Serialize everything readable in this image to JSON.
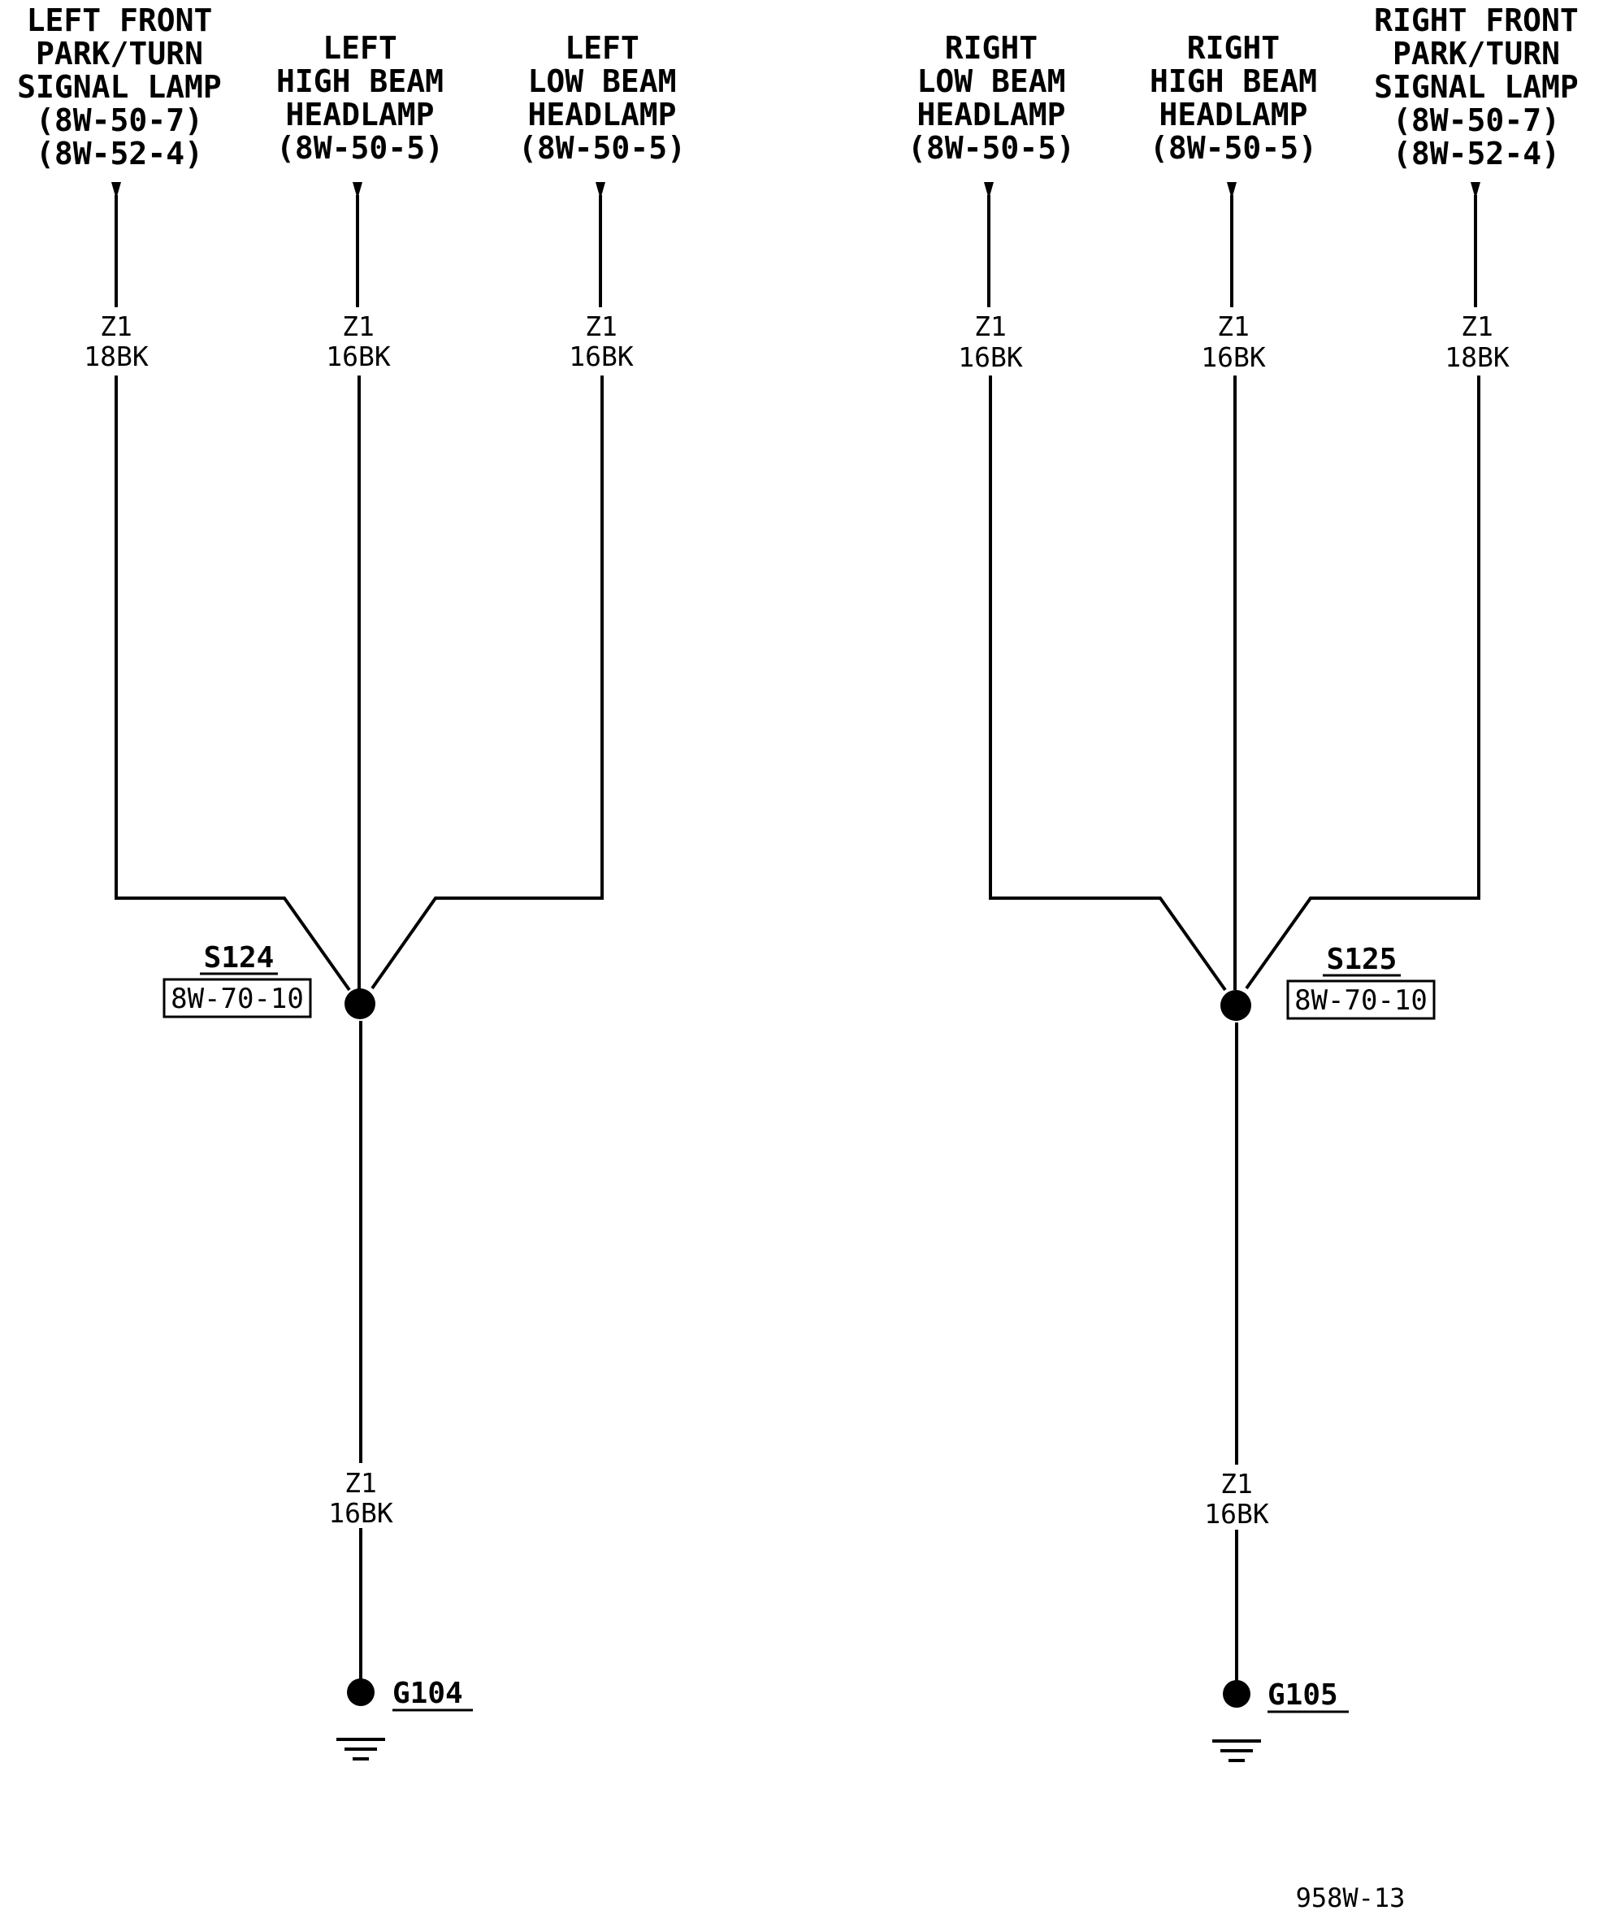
{
  "left": {
    "connectors": [
      {
        "lines": [
          "LEFT FRONT",
          "PARK/TURN",
          "SIGNAL LAMP",
          "(8W-50-7)",
          "(8W-52-4)"
        ],
        "wire": "Z1",
        "gauge": "18BK"
      },
      {
        "lines": [
          "LEFT",
          "HIGH BEAM",
          "HEADLAMP",
          "(8W-50-5)"
        ],
        "wire": "Z1",
        "gauge": "16BK"
      },
      {
        "lines": [
          "LEFT",
          "LOW BEAM",
          "HEADLAMP",
          "(8W-50-5)"
        ],
        "wire": "Z1",
        "gauge": "16BK"
      }
    ],
    "splice": {
      "id": "S124",
      "ref": "8W-70-10"
    },
    "lower_wire": {
      "wire": "Z1",
      "gauge": "16BK"
    },
    "ground": {
      "id": "G104"
    }
  },
  "right": {
    "connectors": [
      {
        "lines": [
          "RIGHT",
          "LOW BEAM",
          "HEADLAMP",
          "(8W-50-5)"
        ],
        "wire": "Z1",
        "gauge": "16BK"
      },
      {
        "lines": [
          "RIGHT",
          "HIGH BEAM",
          "HEADLAMP",
          "(8W-50-5)"
        ],
        "wire": "Z1",
        "gauge": "16BK"
      },
      {
        "lines": [
          "RIGHT FRONT",
          "PARK/TURN",
          "SIGNAL LAMP",
          "(8W-50-7)",
          "(8W-52-4)"
        ],
        "wire": "Z1",
        "gauge": "18BK"
      }
    ],
    "splice": {
      "id": "S125",
      "ref": "8W-70-10"
    },
    "lower_wire": {
      "wire": "Z1",
      "gauge": "16BK"
    },
    "ground": {
      "id": "G105"
    }
  },
  "figure_id": "958W-13"
}
